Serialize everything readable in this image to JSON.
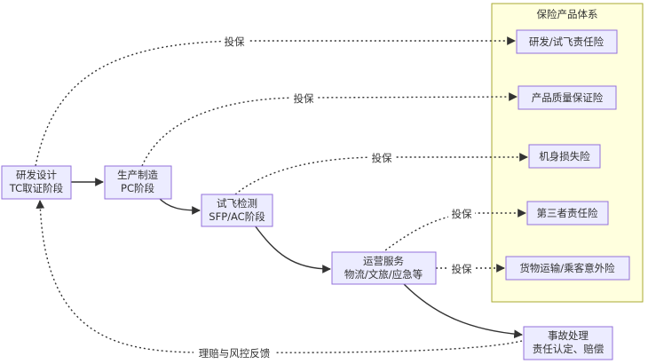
{
  "group": {
    "title": "保险产品体系"
  },
  "nodes": {
    "rd": {
      "line1": "研发设计",
      "line2": "TC取证阶段"
    },
    "pc": {
      "line1": "生产制造",
      "line2": "PC阶段"
    },
    "sfp": {
      "line1": "试飞检测",
      "line2": "SFP/AC阶段"
    },
    "ops": {
      "line1": "运营服务",
      "line2": "物流/文旅/应急等"
    },
    "acc": {
      "line1": "事故处理",
      "line2": "责任认定、赔偿"
    },
    "ins1": {
      "line1": "研发/试飞责任险"
    },
    "ins2": {
      "line1": "产品质量保证险"
    },
    "ins3": {
      "line1": "机身损失险"
    },
    "ins4": {
      "line1": "第三者责任险"
    },
    "ins5": {
      "line1": "货物运输/乘客意外险"
    }
  },
  "edge_labels": {
    "insure": "投保",
    "feedback": "理赔与风控反馈"
  },
  "colors": {
    "node_fill": "#ECECFF",
    "node_stroke": "#9370DB",
    "group_fill": "#FFFFDE",
    "group_stroke": "#AAAA33",
    "edge": "#333333"
  }
}
